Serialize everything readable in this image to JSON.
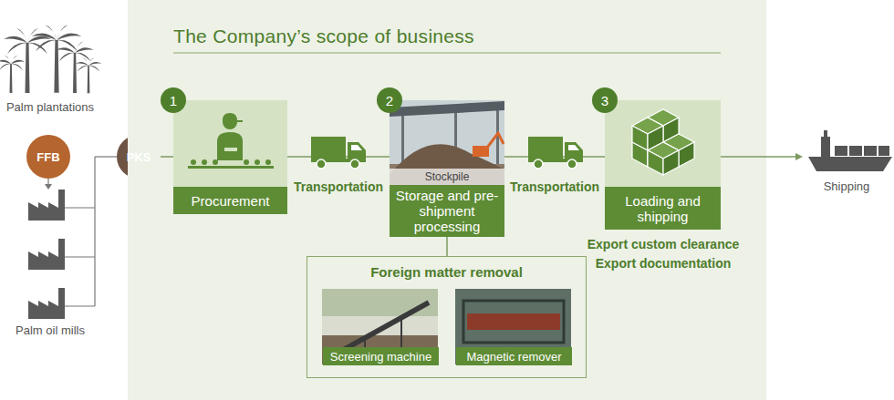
{
  "diagram": {
    "nodes": [
      {
        "text": [
          "FFB"
        ]
      },
      {
        "text": [
          "PKS"
        ]
      },
      {
        "text": [
          "The Company’s scope of business"
        ]
      },
      {
        "text": [
          "1",
          "Procurement"
        ],
        "in": 2
      },
      {
        "text": [
          "2",
          "Stockpile",
          "Storage and pre-shipment processing"
        ],
        "in": 2
      },
      {
        "text": [
          "3",
          "Loading and shipping"
        ],
        "in": 2
      },
      {
        "text": [
          "Foreign matter removal"
        ],
        "in": 2
      },
      {
        "text": [
          "Screening machine"
        ],
        "in": 6
      },
      {
        "text": [
          "Magnetic remover"
        ],
        "in": 6
      }
    ],
    "edges": [
      {
        "from": 1,
        "to": 3,
        "arrow": "none"
      },
      {
        "from": 3,
        "to": 4,
        "label": "Transportation",
        "arrow": "none"
      },
      {
        "from": 4,
        "to": 5,
        "label": "Transportation",
        "arrow": "none"
      },
      {
        "from": 4,
        "to": 6,
        "arrow": "none"
      }
    ],
    "labels": [
      "Palm plantations",
      "Palm oil mills",
      "Export custom clearance",
      "Export documentation",
      "Shipping"
    ]
  }
}
